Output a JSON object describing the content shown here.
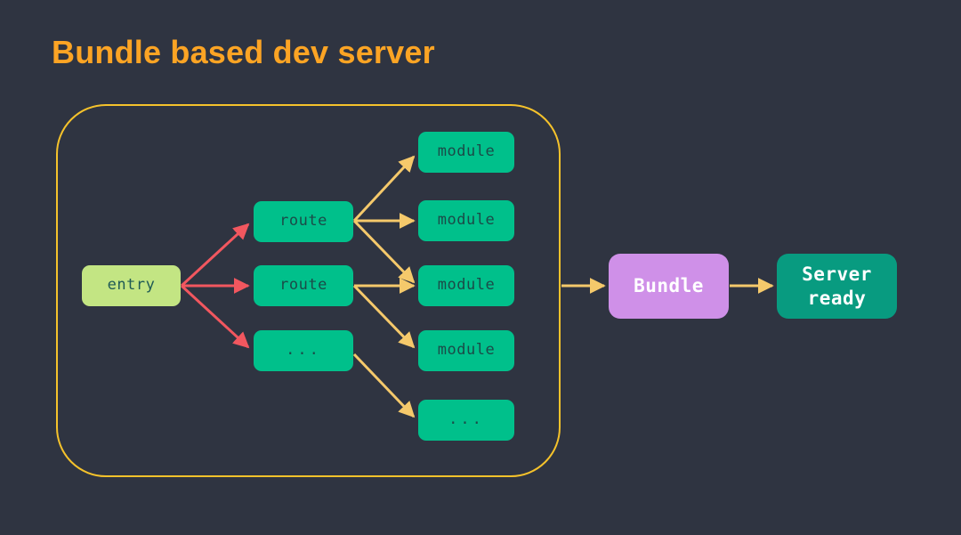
{
  "slide": {
    "title": "Bundle based dev server",
    "background_color": "#2f3441",
    "title_color": "#fca424"
  },
  "graph_container": {
    "name": "bundling-graph-container",
    "border_color": "#f5c22b"
  },
  "colors": {
    "entry_fill": "#c3e583",
    "node_fill": "#00c08b",
    "node_text": "#1b4b48",
    "bundle_fill": "#cf90e8",
    "server_fill": "#089b80",
    "arrow_red": "#f2575f",
    "arrow_yellow": "#f5c96b"
  },
  "nodes": {
    "entry": {
      "label": "entry"
    },
    "routes": [
      {
        "label": "route"
      },
      {
        "label": "route"
      },
      {
        "label": "..."
      }
    ],
    "modules": [
      {
        "label": "module"
      },
      {
        "label": "module"
      },
      {
        "label": "module"
      },
      {
        "label": "module"
      },
      {
        "label": "..."
      }
    ],
    "bundle": {
      "label": "Bundle"
    },
    "server": {
      "label": "Server\nready"
    }
  },
  "edges": {
    "entry_to_routes_color": "#f2575f",
    "routes_to_modules_color": "#f5c96b",
    "container_to_bundle_color": "#f5c96b",
    "bundle_to_server_color": "#f5c96b"
  }
}
